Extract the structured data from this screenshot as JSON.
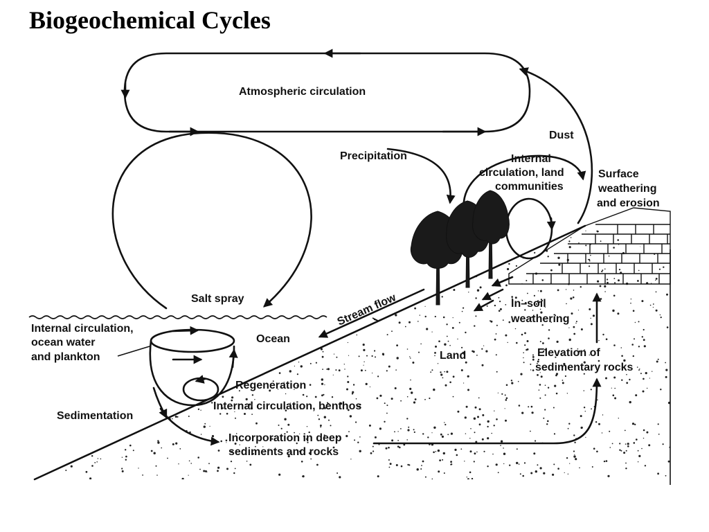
{
  "title": "Biogeochemical Cycles",
  "labels": {
    "atmospheric_circulation": "Atmospheric circulation",
    "precipitation": "Precipitation",
    "dust": "Dust",
    "internal_land_1": "Internal",
    "internal_land_2": "circulation, land",
    "internal_land_3": "communities",
    "surface_1": "Surface",
    "surface_2": "weathering",
    "surface_3": "and erosion",
    "salt_spray": "Salt spray",
    "stream_flow": "Stream flow",
    "internal_ocean_1": "Internal circulation,",
    "internal_ocean_2": "ocean water",
    "internal_ocean_3": "and plankton",
    "ocean": "Ocean",
    "in_soil_1": "In–soil",
    "in_soil_2": "weathering",
    "land": "Land",
    "elevation_1": "Elevation of",
    "elevation_2": "sedimentary rocks",
    "regeneration": "Regeneration",
    "benthos": "Internal circulation, benthos",
    "sedimentation": "Sedimentation",
    "incorporation_1": "Incorporation in deep",
    "incorporation_2": "sediments and rocks"
  },
  "colors": {
    "ink": "#111111",
    "background": "#ffffff"
  }
}
